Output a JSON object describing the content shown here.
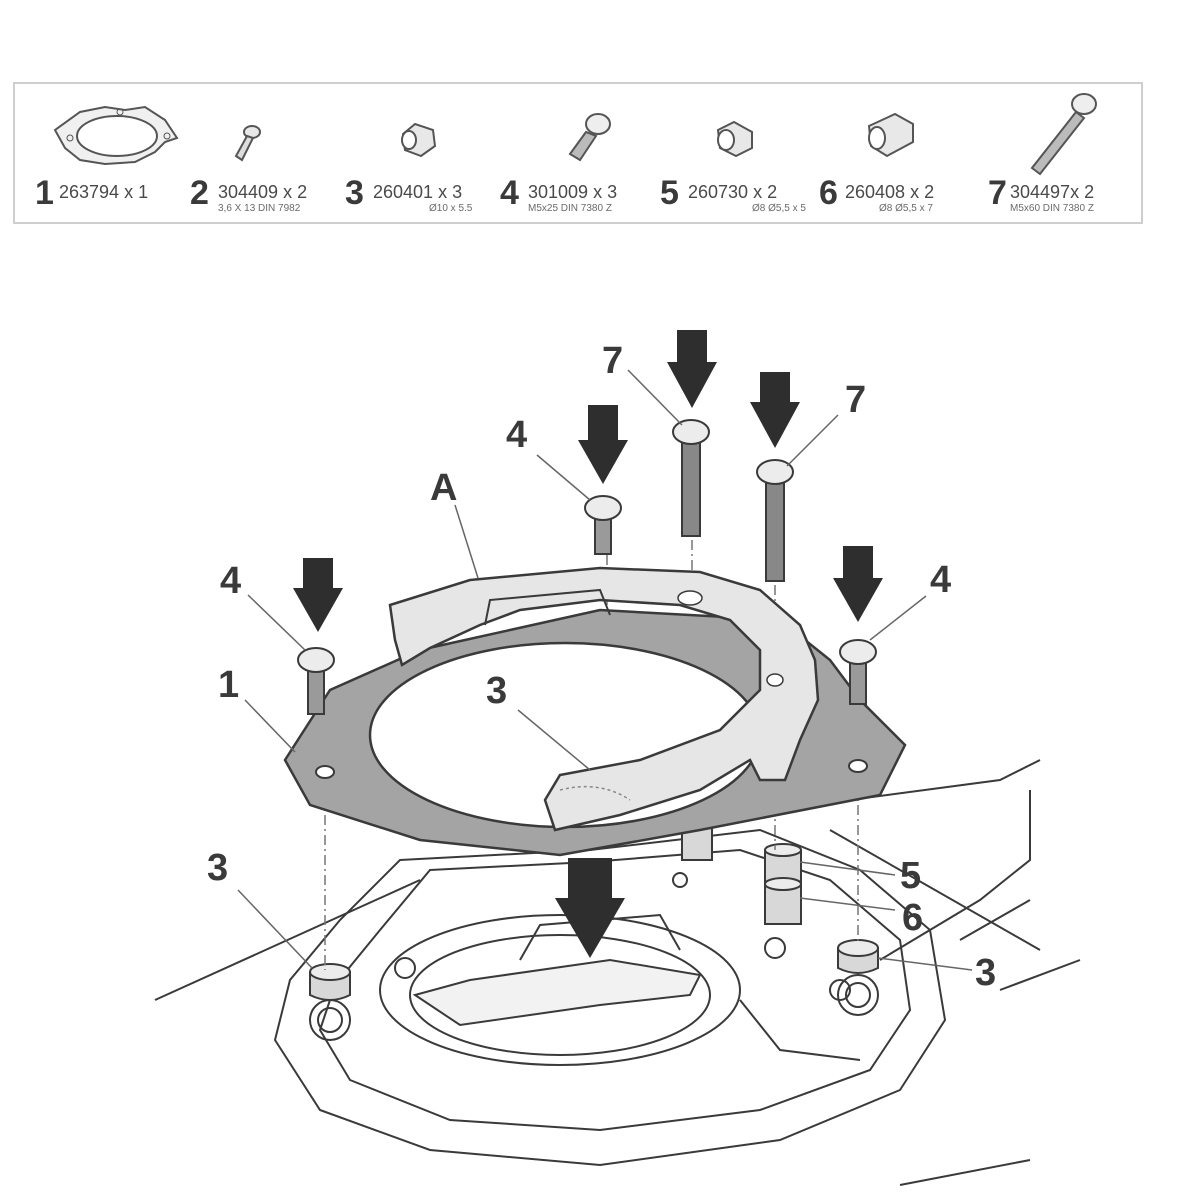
{
  "parts": [
    {
      "number": "1",
      "code": "263794 x 1",
      "spec": "",
      "icon": "gasket-plate-icon"
    },
    {
      "number": "2",
      "code": "304409 x 2",
      "spec": "3,6 X 13 DIN 7982",
      "icon": "small-screw-icon"
    },
    {
      "number": "3",
      "code": "260401 x 3",
      "spec": "Ø10 x 5.5",
      "icon": "spacer-icon"
    },
    {
      "number": "4",
      "code": "301009 x 3",
      "spec": "M5x25 DIN 7380 Z",
      "icon": "button-head-screw-icon"
    },
    {
      "number": "5",
      "code": "260730 x 2",
      "spec": "Ø8 Ø5,5 x 5",
      "icon": "bushing-icon"
    },
    {
      "number": "6",
      "code": "260408 x 2",
      "spec": "Ø8 Ø5,5 x 7",
      "icon": "long-bushing-icon"
    },
    {
      "number": "7",
      "code": "304497x 2",
      "spec": "M5x60 DIN 7380 Z",
      "icon": "long-screw-icon"
    }
  ],
  "callouts": {
    "A": "A",
    "c1": "1",
    "c3_center": "3",
    "c3_left": "3",
    "c3_right": "3",
    "c4_left": "4",
    "c4_top": "4",
    "c4_right": "4",
    "c5": "5",
    "c6": "6",
    "c7_left": "7",
    "c7_right": "7"
  },
  "colors": {
    "line": "#3a3a3a",
    "plate": "#9a9a9a",
    "bracket": "#e4e4e4",
    "arrow": "#2e2e2e"
  }
}
